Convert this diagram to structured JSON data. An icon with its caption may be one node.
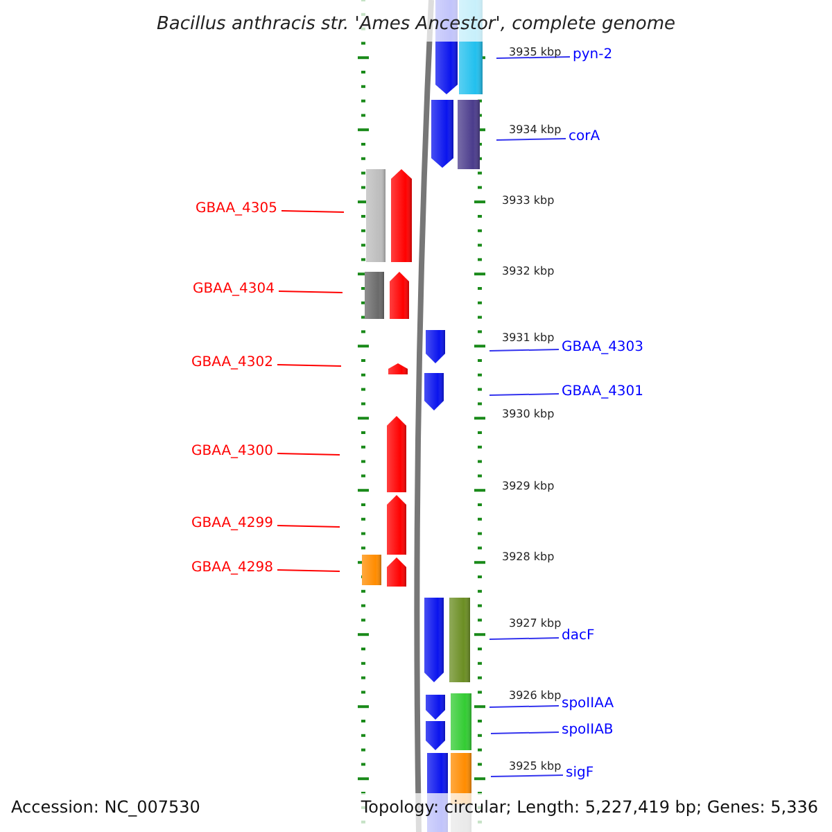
{
  "diagram": {
    "title": "Bacillus anthracis str. 'Ames Ancestor', complete genome",
    "nodes": [
      {
        "text": [
          "pyn-2"
        ]
      },
      {
        "text": [
          "corA"
        ]
      },
      {
        "text": [
          "GBAA_4305"
        ]
      },
      {
        "text": [
          "GBAA_4304"
        ]
      },
      {
        "text": [
          "GBAA_4303"
        ]
      },
      {
        "text": [
          "GBAA_4302"
        ]
      },
      {
        "text": [
          "GBAA_4301"
        ]
      },
      {
        "text": [
          "GBAA_4300"
        ]
      },
      {
        "text": [
          "GBAA_4299"
        ]
      },
      {
        "text": [
          "GBAA_4298"
        ]
      },
      {
        "text": [
          "dacF"
        ]
      },
      {
        "text": [
          "spoIIAA"
        ]
      },
      {
        "text": [
          "spoIIAB"
        ]
      },
      {
        "text": [
          "sigF"
        ]
      }
    ],
    "edges": [
      {
        "from": 0,
        "to": null,
        "arrow": "none"
      },
      {
        "from": 1,
        "to": null,
        "arrow": "none"
      },
      {
        "from": 2,
        "to": null,
        "arrow": "none",
        "color": "#ff0000"
      },
      {
        "from": 3,
        "to": null,
        "arrow": "none",
        "color": "#ff0000"
      },
      {
        "from": 4,
        "to": null,
        "arrow": "none"
      },
      {
        "from": 5,
        "to": null,
        "arrow": "none",
        "color": "#ff0000"
      },
      {
        "from": 6,
        "to": null,
        "arrow": "none"
      },
      {
        "from": 7,
        "to": null,
        "arrow": "none",
        "color": "#ff0000"
      },
      {
        "from": 8,
        "to": null,
        "arrow": "none",
        "color": "#ff0000"
      },
      {
        "from": 9,
        "to": null,
        "arrow": "none",
        "color": "#ff0000"
      },
      {
        "from": 10,
        "to": null,
        "arrow": "none"
      },
      {
        "from": 11,
        "to": null,
        "arrow": "none"
      },
      {
        "from": 12,
        "to": null,
        "arrow": "none"
      },
      {
        "from": 13,
        "to": null,
        "arrow": "none"
      }
    ],
    "labels": [
      "3935 kbp",
      "3934 kbp",
      "3933 kbp",
      "3932 kbp",
      "3931 kbp",
      "3930 kbp",
      "3929 kbp",
      "3928 kbp",
      "3927 kbp",
      "3926 kbp",
      "3925 kbp",
      "Accession: NC_007530",
      "Topology: circular; Length: 5,227,419 bp; Genes: 5,336"
    ]
  }
}
